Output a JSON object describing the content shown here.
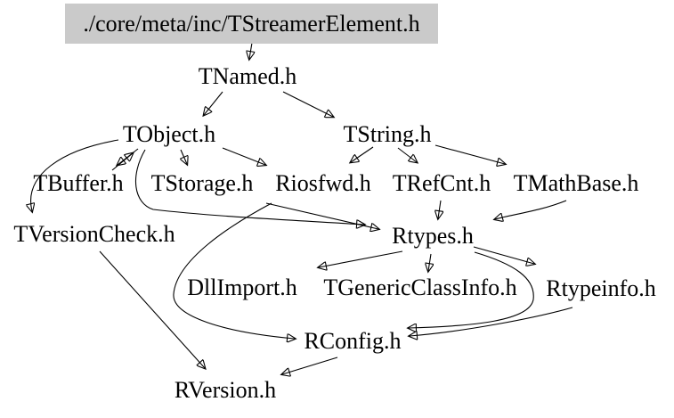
{
  "diagram": {
    "type": "include-dependency-graph",
    "colors": {
      "root_node_bg": "#cacaca",
      "edge": "#000000",
      "text": "#000000",
      "background": "#ffffff"
    },
    "nodes": {
      "root": {
        "label": "./core/meta/inc/TStreamerElement.h"
      },
      "tnamed": {
        "label": "TNamed.h"
      },
      "tobject": {
        "label": "TObject.h"
      },
      "tstring": {
        "label": "TString.h"
      },
      "tbuffer": {
        "label": "TBuffer.h"
      },
      "tstorage": {
        "label": "TStorage.h"
      },
      "riosfwd": {
        "label": "Riosfwd.h"
      },
      "trefcnt": {
        "label": "TRefCnt.h"
      },
      "tmathbase": {
        "label": "TMathBase.h"
      },
      "tversioncheck": {
        "label": "TVersionCheck.h"
      },
      "rtypes": {
        "label": "Rtypes.h"
      },
      "dllimport": {
        "label": "DllImport.h"
      },
      "tgenericclassinfo": {
        "label": "TGenericClassInfo.h"
      },
      "rtypeinfo": {
        "label": "Rtypeinfo.h"
      },
      "rconfig": {
        "label": "RConfig.h"
      },
      "rversion": {
        "label": "RVersion.h"
      }
    },
    "edges": [
      {
        "from": "root",
        "to": "tnamed"
      },
      {
        "from": "tnamed",
        "to": "tobject"
      },
      {
        "from": "tnamed",
        "to": "tstring"
      },
      {
        "from": "tobject",
        "to": "tbuffer"
      },
      {
        "from": "tbuffer",
        "to": "tobject"
      },
      {
        "from": "tobject",
        "to": "tstorage"
      },
      {
        "from": "tobject",
        "to": "riosfwd"
      },
      {
        "from": "tobject",
        "to": "tversioncheck"
      },
      {
        "from": "tobject",
        "to": "rtypes"
      },
      {
        "from": "tstring",
        "to": "riosfwd"
      },
      {
        "from": "tstring",
        "to": "trefcnt"
      },
      {
        "from": "tstring",
        "to": "tmathbase"
      },
      {
        "from": "tstorage",
        "to": "rtypes"
      },
      {
        "from": "riosfwd",
        "to": "rconfig"
      },
      {
        "from": "trefcnt",
        "to": "rtypes"
      },
      {
        "from": "tmathbase",
        "to": "rtypes"
      },
      {
        "from": "rtypes",
        "to": "dllimport"
      },
      {
        "from": "rtypes",
        "to": "tgenericclassinfo"
      },
      {
        "from": "rtypes",
        "to": "rtypeinfo"
      },
      {
        "from": "rtypes",
        "to": "rconfig"
      },
      {
        "from": "rtypeinfo",
        "to": "rconfig"
      },
      {
        "from": "rconfig",
        "to": "rversion"
      },
      {
        "from": "tversioncheck",
        "to": "rversion"
      }
    ]
  }
}
